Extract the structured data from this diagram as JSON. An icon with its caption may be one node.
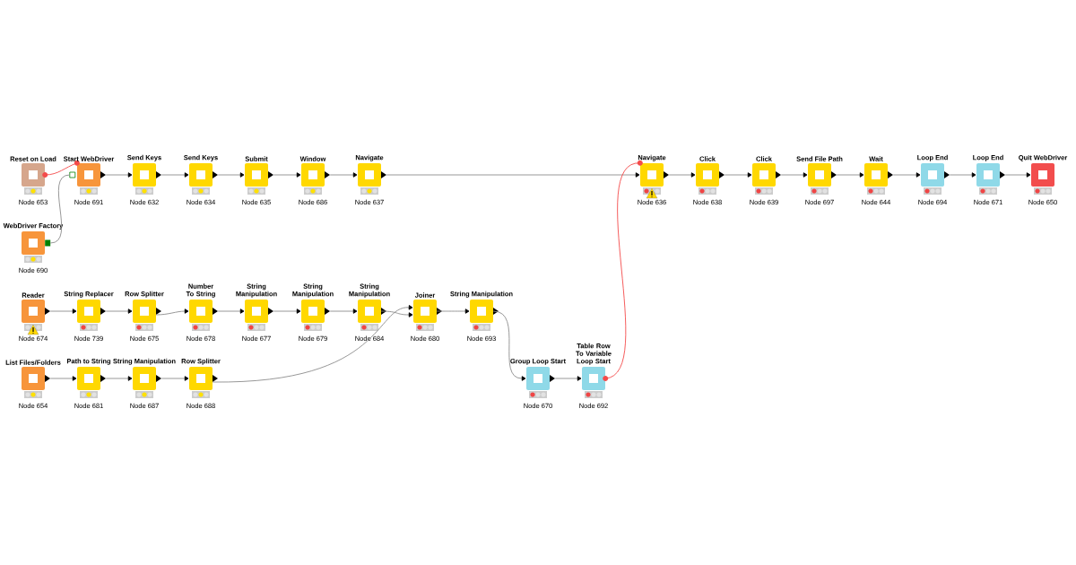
{
  "diagram": {
    "nodes": [
      {
        "text": [
          "Reset on Load"
        ],
        "beside": [
          "Node 653"
        ]
      },
      {
        "text": [
          "Start WebDriver"
        ],
        "beside": [
          "Node 691"
        ]
      },
      {
        "text": [
          "WebDriver Factory"
        ],
        "beside": [
          "Node 690"
        ]
      },
      {
        "text": [
          "Send Keys"
        ],
        "beside": [
          "Node 632"
        ]
      },
      {
        "text": [
          "Send Keys"
        ],
        "beside": [
          "Node 634"
        ]
      },
      {
        "text": [
          "Submit"
        ],
        "beside": [
          "Node 635"
        ]
      },
      {
        "text": [
          "Window"
        ],
        "beside": [
          "Node 686"
        ]
      },
      {
        "text": [
          "Navigate"
        ],
        "beside": [
          "Node 637"
        ]
      },
      {
        "text": [
          "Navigate"
        ],
        "beside": [
          "Node 636"
        ]
      },
      {
        "text": [
          "Click"
        ],
        "beside": [
          "Node 638"
        ]
      },
      {
        "text": [
          "Click"
        ],
        "beside": [
          "Node 639"
        ]
      },
      {
        "text": [
          "Send File Path"
        ],
        "beside": [
          "Node 697"
        ]
      },
      {
        "text": [
          "Wait"
        ],
        "beside": [
          "Node 644"
        ]
      },
      {
        "text": [
          "Loop End"
        ],
        "beside": [
          "Node 694"
        ]
      },
      {
        "text": [
          "Loop End"
        ],
        "beside": [
          "Node 671"
        ]
      },
      {
        "text": [
          "Quit WebDriver"
        ],
        "beside": [
          "Node 650"
        ]
      },
      {
        "text": [
          "Reader"
        ],
        "beside": [
          "Node 674"
        ]
      },
      {
        "text": [
          "String Replacer"
        ],
        "beside": [
          "Node 739"
        ]
      },
      {
        "text": [
          "Row Splitter"
        ],
        "beside": [
          "Node 675"
        ]
      },
      {
        "text": [
          "Number To String"
        ],
        "beside": [
          "Node 678"
        ]
      },
      {
        "text": [
          "String Manipulation"
        ],
        "beside": [
          "Node 677"
        ]
      },
      {
        "text": [
          "String Manipulation"
        ],
        "beside": [
          "Node 679"
        ]
      },
      {
        "text": [
          "String Manipulation"
        ],
        "beside": [
          "Node 684"
        ]
      },
      {
        "text": [
          "Joiner"
        ],
        "beside": [
          "Node 680"
        ]
      },
      {
        "text": [
          "String Manipulation"
        ],
        "beside": [
          "Node 693"
        ]
      },
      {
        "text": [
          "List Files/Folders"
        ],
        "beside": [
          "Node 654"
        ]
      },
      {
        "text": [
          "Path to String"
        ],
        "beside": [
          "Node 681"
        ]
      },
      {
        "text": [
          "String Manipulation"
        ],
        "beside": [
          "Node 687"
        ]
      },
      {
        "text": [
          "Row Splitter"
        ],
        "beside": [
          "Node 688"
        ]
      },
      {
        "text": [
          "Group Loop Start"
        ],
        "beside": [
          "Node 670"
        ]
      },
      {
        "text": [
          "Table Row To Variable Loop Start"
        ],
        "beside": [
          "Node 692"
        ]
      }
    ],
    "edges": [
      {
        "from": 0,
        "to": 1,
        "arrow": "none",
        "color": "#f44b4b"
      },
      {
        "from": 2,
        "to": 1,
        "arrow": "none"
      },
      {
        "from": 1,
        "to": 3,
        "arrow": "to"
      },
      {
        "from": 3,
        "to": 4,
        "arrow": "to"
      },
      {
        "from": 4,
        "to": 5,
        "arrow": "to"
      },
      {
        "from": 5,
        "to": 6,
        "arrow": "to"
      },
      {
        "from": 6,
        "to": 7,
        "arrow": "to"
      },
      {
        "from": 7,
        "to": 8,
        "arrow": "to"
      },
      {
        "from": 8,
        "to": 9,
        "arrow": "to"
      },
      {
        "from": 9,
        "to": 10,
        "arrow": "to"
      },
      {
        "from": 10,
        "to": 11,
        "arrow": "to"
      },
      {
        "from": 11,
        "to": 12,
        "arrow": "to"
      },
      {
        "from": 12,
        "to": 13,
        "arrow": "to"
      },
      {
        "from": 13,
        "to": 14,
        "arrow": "to"
      },
      {
        "from": 14,
        "to": 15,
        "arrow": "to"
      },
      {
        "from": 16,
        "to": 17,
        "arrow": "to"
      },
      {
        "from": 17,
        "to": 18,
        "arrow": "to"
      },
      {
        "from": 18,
        "to": 19,
        "arrow": "to"
      },
      {
        "from": 19,
        "to": 20,
        "arrow": "to"
      },
      {
        "from": 20,
        "to": 21,
        "arrow": "to"
      },
      {
        "from": 21,
        "to": 22,
        "arrow": "to"
      },
      {
        "from": 22,
        "to": 23,
        "arrow": "to"
      },
      {
        "from": 23,
        "to": 24,
        "arrow": "to"
      },
      {
        "from": 24,
        "to": 29,
        "arrow": "to"
      },
      {
        "from": 25,
        "to": 26,
        "arrow": "to"
      },
      {
        "from": 26,
        "to": 27,
        "arrow": "to"
      },
      {
        "from": 27,
        "to": 28,
        "arrow": "to"
      },
      {
        "from": 28,
        "to": 23,
        "arrow": "to"
      },
      {
        "from": 29,
        "to": 30,
        "arrow": "to"
      },
      {
        "from": 30,
        "to": 8,
        "arrow": "none",
        "color": "#f44b4b"
      }
    ]
  }
}
